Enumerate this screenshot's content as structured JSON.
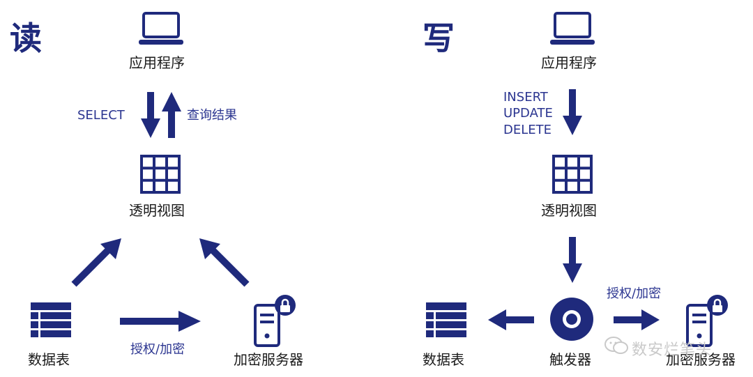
{
  "read": {
    "title": "读",
    "app_label": "应用程序",
    "query_op": "SELECT",
    "result_label": "查询结果",
    "view_label": "透明视图",
    "table_label": "数据表",
    "server_label": "加密服务器",
    "auth_label": "授权/加密"
  },
  "write": {
    "title": "写",
    "app_label": "应用程序",
    "ops": [
      "INSERT",
      "UPDATE",
      "DELETE"
    ],
    "view_label": "透明视图",
    "trigger_label": "触发器",
    "table_label": "数据表",
    "server_label": "加密服务器",
    "auth_label": "授权/加密"
  },
  "watermark": "数安烂笔头",
  "colors": {
    "primary": "#1f2a7c",
    "text": "#1a1a1a"
  },
  "icons": [
    "laptop-icon",
    "grid-icon",
    "table-icon",
    "server-lock-icon",
    "trigger-disc-icon",
    "arrow-icon",
    "wechat-icon"
  ]
}
